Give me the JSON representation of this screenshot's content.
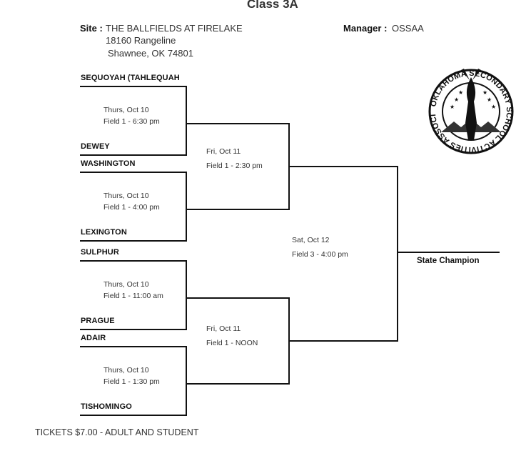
{
  "header": {
    "title": "Class 3A",
    "site_label": "Site :",
    "site_name": "THE BALLFIELDS AT FIRELAKE",
    "site_address1": "18160 Rangeline",
    "site_address2": "Shawnee, OK 74801",
    "manager_label": "Manager :",
    "manager_name": "OSSAA"
  },
  "round1": [
    {
      "top": "SEQUOYAH (TAHLEQUAH",
      "bottom": "DEWEY",
      "date": "Thurs, Oct 10",
      "field": "Field 1 - 6:30 pm"
    },
    {
      "top": "WASHINGTON",
      "bottom": "LEXINGTON",
      "date": "Thurs, Oct 10",
      "field": "Field 1 - 4:00 pm"
    },
    {
      "top": "SULPHUR",
      "bottom": "PRAGUE",
      "date": "Thurs, Oct 10",
      "field": "Field 1 - 11:00 am"
    },
    {
      "top": "ADAIR",
      "bottom": "TISHOMINGO",
      "date": "Thurs, Oct 10",
      "field": "Field 1 - 1:30 pm"
    }
  ],
  "round2": [
    {
      "date": "Fri, Oct 11",
      "field": "Field 1 - 2:30 pm"
    },
    {
      "date": "Fri, Oct 11",
      "field": "Field 1 - NOON"
    }
  ],
  "final": {
    "date": "Sat, Oct 12",
    "field": "Field 3 - 4:00 pm"
  },
  "champion_label": "State Champion",
  "seal": {
    "outer_text": "OKLAHOMA SECONDARY SCHOOL ACTIVITIES ASSOCIATION",
    "icon": "ossaa-seal-icon"
  },
  "footer": {
    "tickets": "TICKETS $7.00 - ADULT AND STUDENT"
  }
}
